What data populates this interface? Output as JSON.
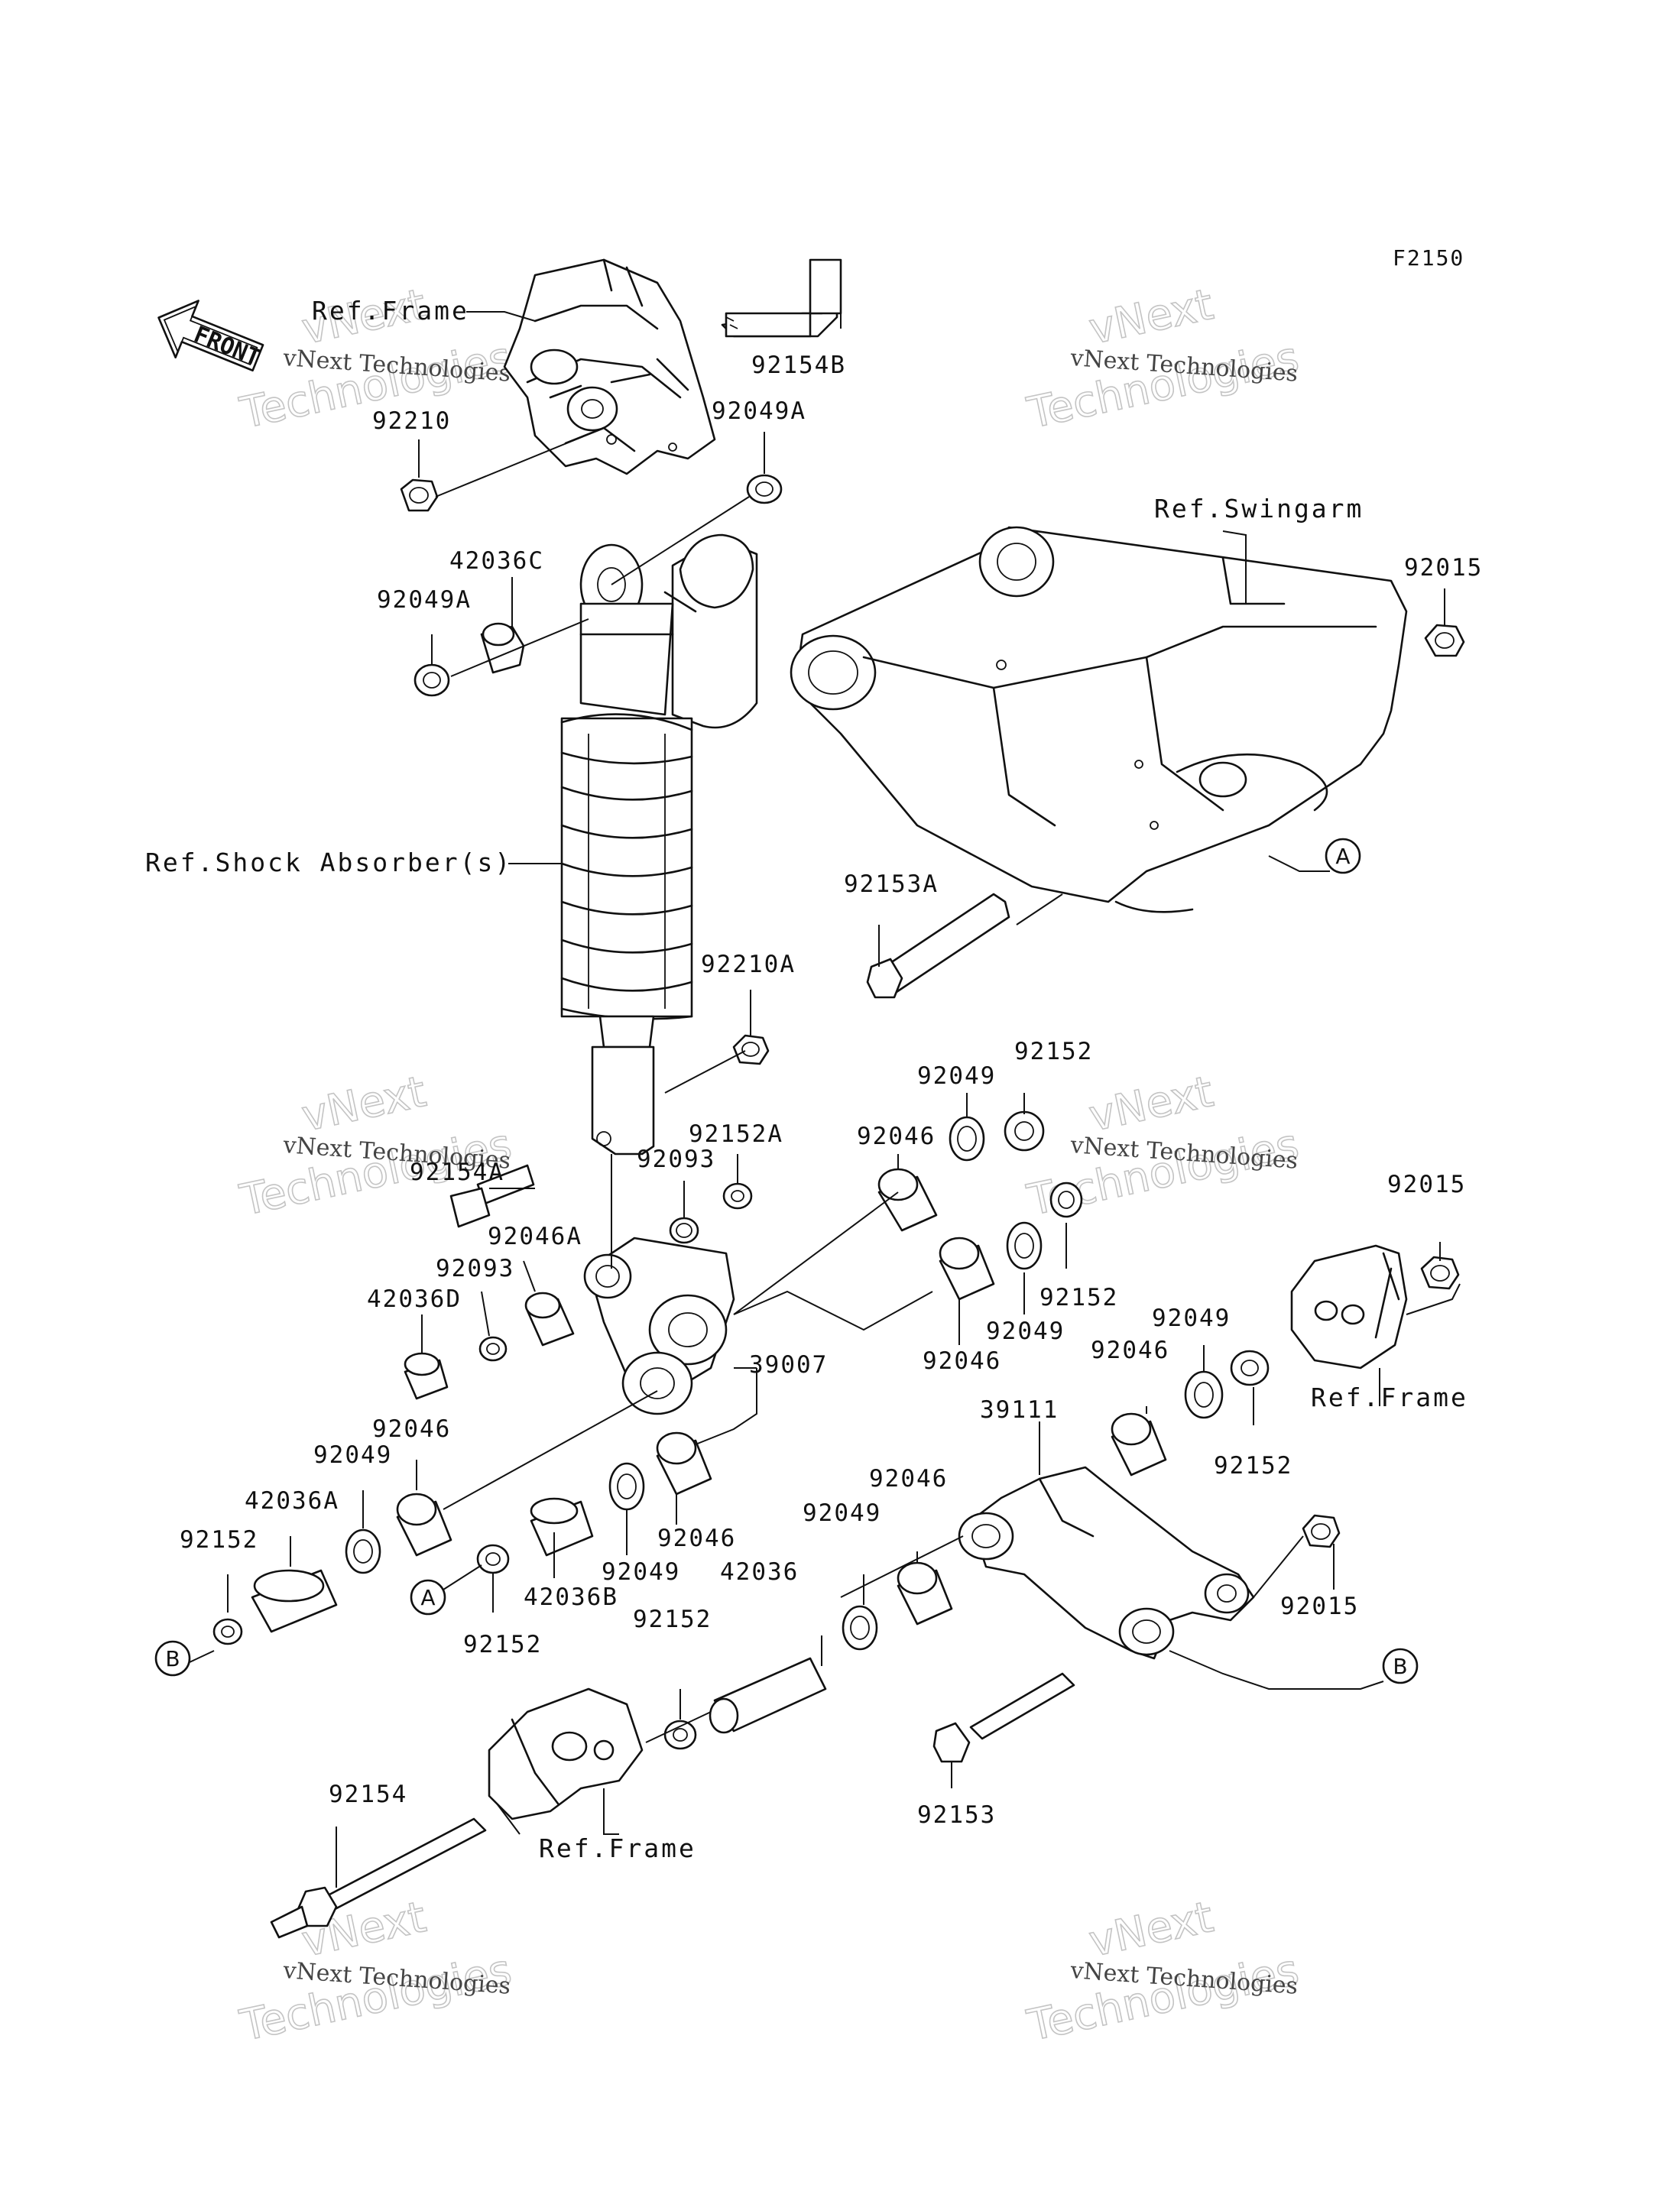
{
  "diagram": {
    "code": "F2150",
    "front_label": "FRONT",
    "references": {
      "frame_top": "Ref.Frame",
      "swingarm": "Ref.Swingarm",
      "shock": "Ref.Shock Absorber(s)",
      "frame_right": "Ref.Frame",
      "frame_bottom": "Ref.Frame"
    },
    "callouts": {
      "a1": "A",
      "a2": "A",
      "b1": "B",
      "b2": "B"
    },
    "parts": [
      "92154B",
      "92210",
      "92049A",
      "42036C",
      "92049A",
      "92015",
      "92153A",
      "92210A",
      "92154A",
      "92152A",
      "92093",
      "92152",
      "92049",
      "92046",
      "92046A",
      "92093",
      "42036D",
      "92152",
      "92049",
      "92046",
      "39007",
      "92015",
      "92049",
      "92046",
      "92152",
      "39111",
      "92046",
      "92049",
      "42036A",
      "92152",
      "92046",
      "92049",
      "42036B",
      "92152",
      "92046",
      "92049",
      "42036",
      "92152",
      "92015",
      "92153",
      "92154"
    ],
    "watermark": {
      "line1": "vNext Technologies",
      "line2": "vNext",
      "line3": "Technologies"
    }
  }
}
